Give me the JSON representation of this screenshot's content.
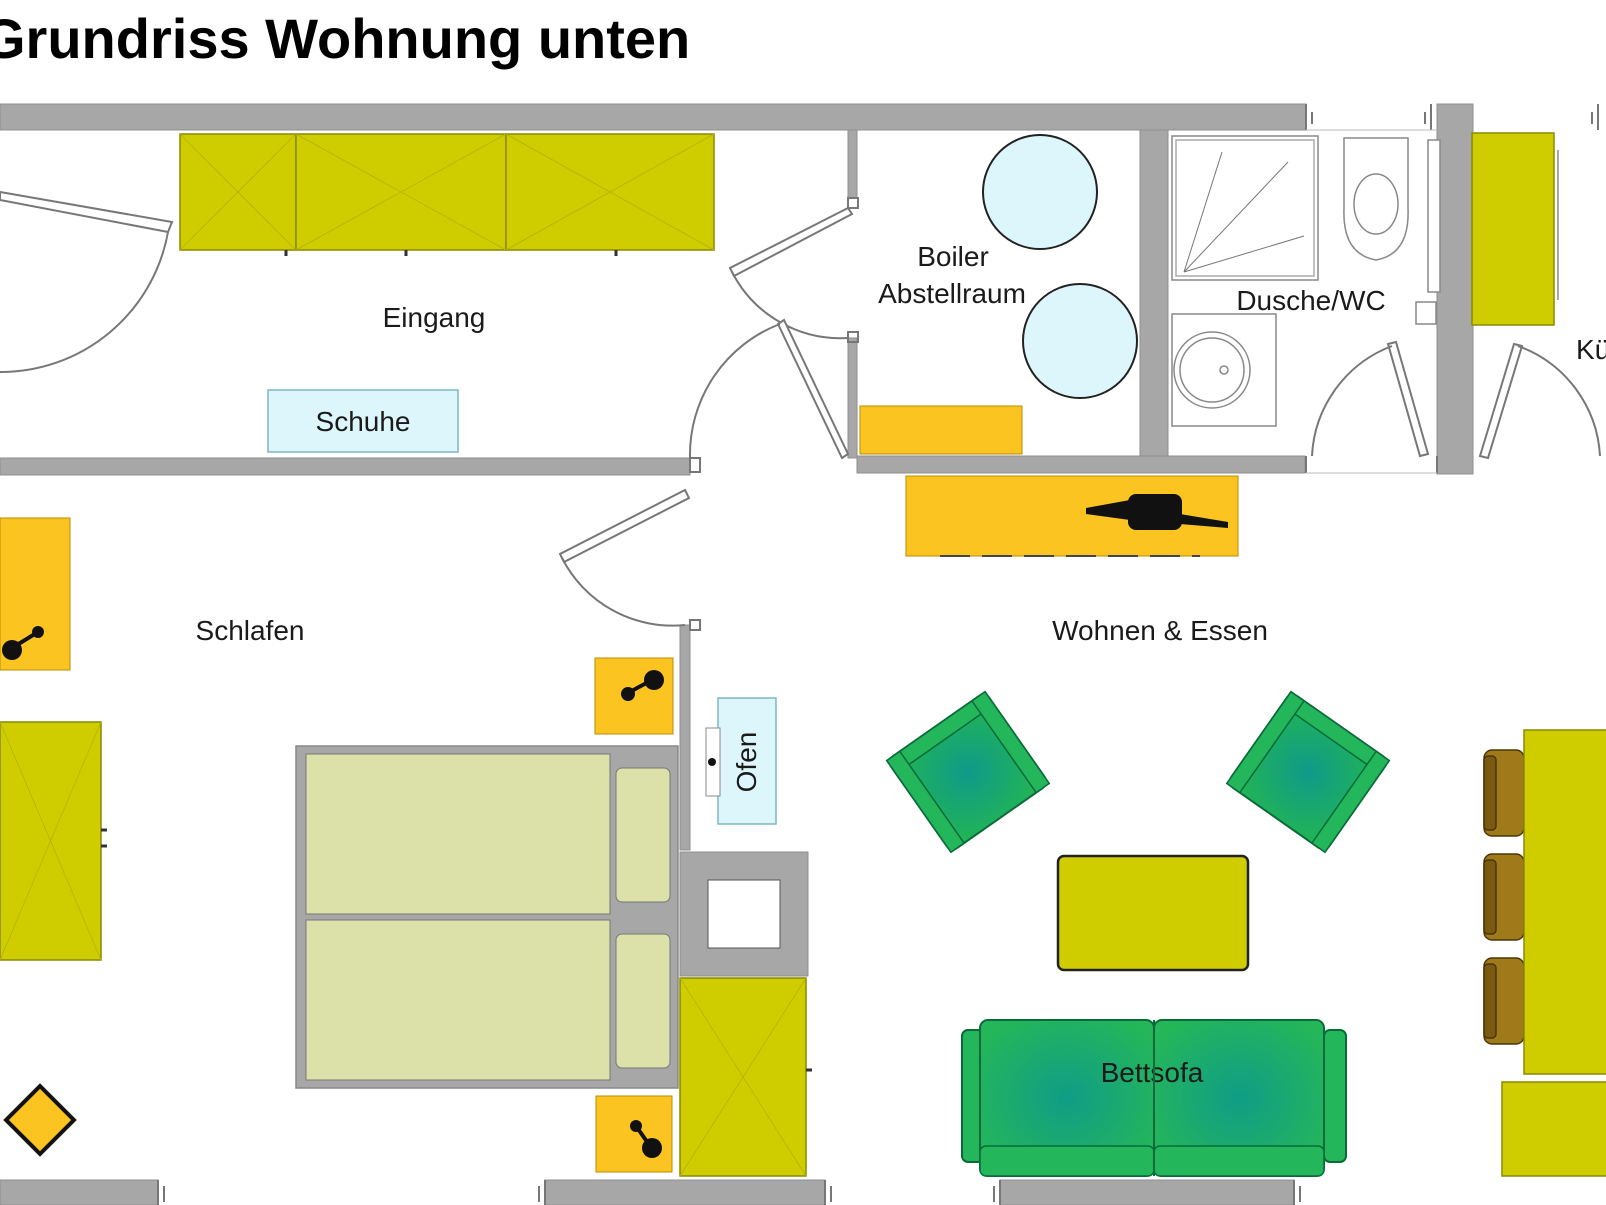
{
  "title": "Grundriss Wohnung unten",
  "rooms": {
    "eingang": "Eingang",
    "boiler": "Boiler",
    "abstellraum": "Abstellraum",
    "dusche_wc": "Dusche/WC",
    "kueche": "Kü",
    "schlafen": "Schlafen",
    "wohnen_essen": "Wohnen & Essen"
  },
  "furniture": {
    "schuhe": "Schuhe",
    "ofen": "Ofen",
    "bettsofa": "Bettsofa"
  },
  "colors": {
    "wall": "#a7a7a7",
    "cabinet": "#cfcc00",
    "cabinet_alt": "#d4d400",
    "orange": "#fcc421",
    "light_blue": "#dcf6fb",
    "bed": "#dbe1a9",
    "green": "#1db35a",
    "brown": "#a07a1a"
  }
}
